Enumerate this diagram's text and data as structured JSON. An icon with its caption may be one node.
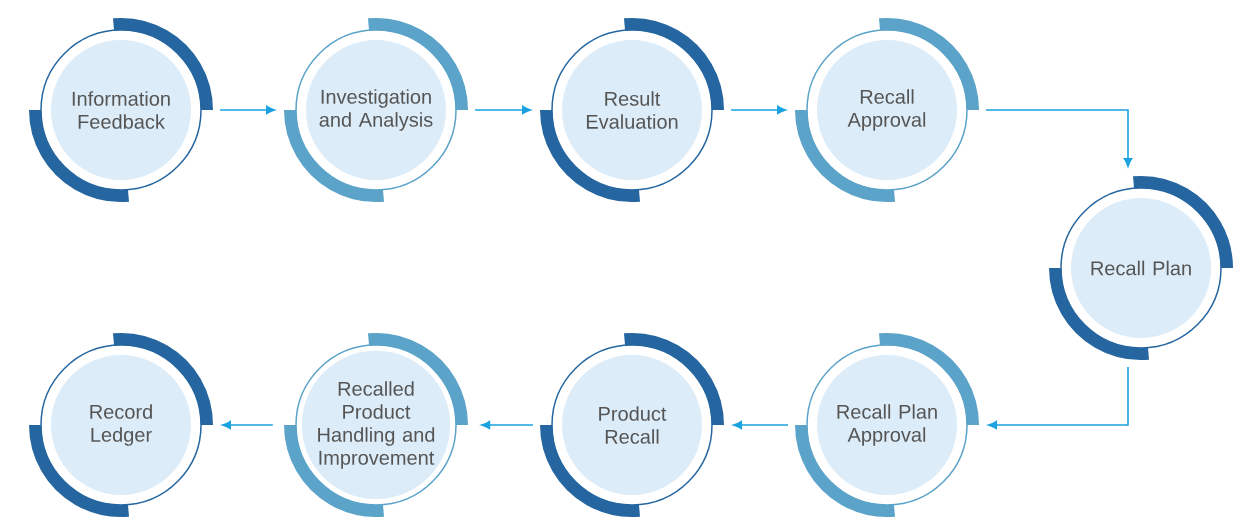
{
  "diagram": {
    "nodes": [
      {
        "text": [
          "Information Feedback"
        ]
      },
      {
        "text": [
          "Investigation and Analysis"
        ]
      },
      {
        "text": [
          "Result Evaluation"
        ]
      },
      {
        "text": [
          "Recall Approval"
        ]
      },
      {
        "text": [
          "Recall Plan"
        ]
      },
      {
        "text": [
          "Recall Plan Approval"
        ]
      },
      {
        "text": [
          "Product Recall"
        ]
      },
      {
        "text": [
          "Recalled Product Handling and Improvement"
        ]
      },
      {
        "text": [
          "Record Ledger"
        ]
      }
    ],
    "edges": [
      {
        "from": 0,
        "to": 1,
        "arrow": "to"
      },
      {
        "from": 1,
        "to": 2,
        "arrow": "to"
      },
      {
        "from": 2,
        "to": 3,
        "arrow": "to"
      },
      {
        "from": 3,
        "to": 4,
        "arrow": "to"
      },
      {
        "from": 4,
        "to": 5,
        "arrow": "to"
      },
      {
        "from": 5,
        "to": 6,
        "arrow": "to"
      },
      {
        "from": 6,
        "to": 7,
        "arrow": "to"
      },
      {
        "from": 7,
        "to": 8,
        "arrow": "to"
      }
    ]
  }
}
